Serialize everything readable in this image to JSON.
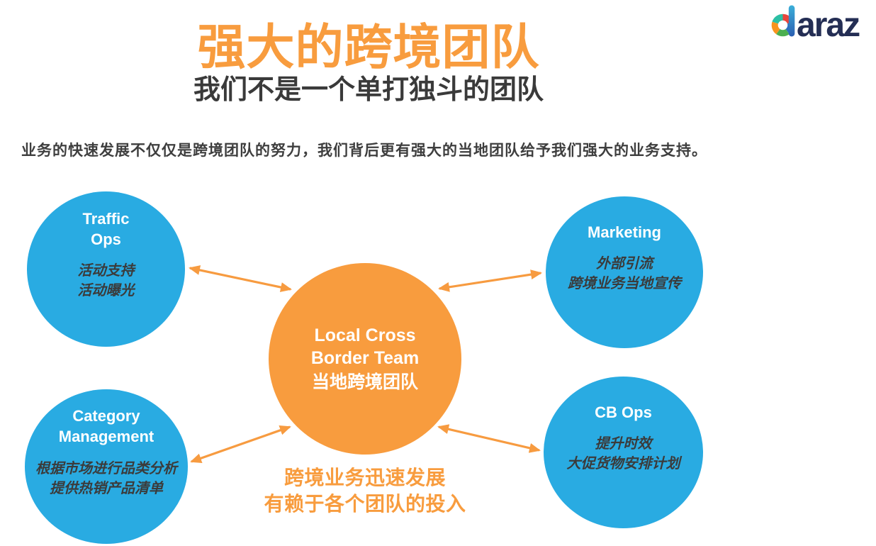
{
  "logo": {
    "brand": "daraz",
    "wordmark_rest": "araz"
  },
  "header": {
    "title": "强大的跨境团队",
    "subtitle": "我们不是一个单打独斗的团队"
  },
  "intro": {
    "text": "业务的快速发展不仅仅是跨境团队的努力，我们背后更有强大的当地团队给予我们强大的业务支持。"
  },
  "center_node": {
    "title_en": "Local Cross\nBorder Team",
    "title_cn": "当地跨境团队"
  },
  "nodes": [
    {
      "id": "traffic-ops",
      "title": "Traffic\nOps",
      "desc": "活动支持\n活动曝光"
    },
    {
      "id": "marketing",
      "title": "Marketing",
      "desc": "外部引流\n跨境业务当地宣传"
    },
    {
      "id": "category-management",
      "title": "Category\nManagement",
      "desc": "根据市场进行品类分析\n提供热销产品清单"
    },
    {
      "id": "cb-ops",
      "title": "CB Ops",
      "desc": "提升时效\n大促货物安排计划"
    }
  ],
  "footnote": {
    "text": "跨境业务迅速发展\n有赖于各个团队的投入"
  },
  "colors": {
    "accent_orange": "#F89C3E",
    "node_blue": "#29ABE2",
    "arrow_orange": "#F79B40",
    "text_dark": "#3A3A3A",
    "logo_navy": "#242E54"
  }
}
